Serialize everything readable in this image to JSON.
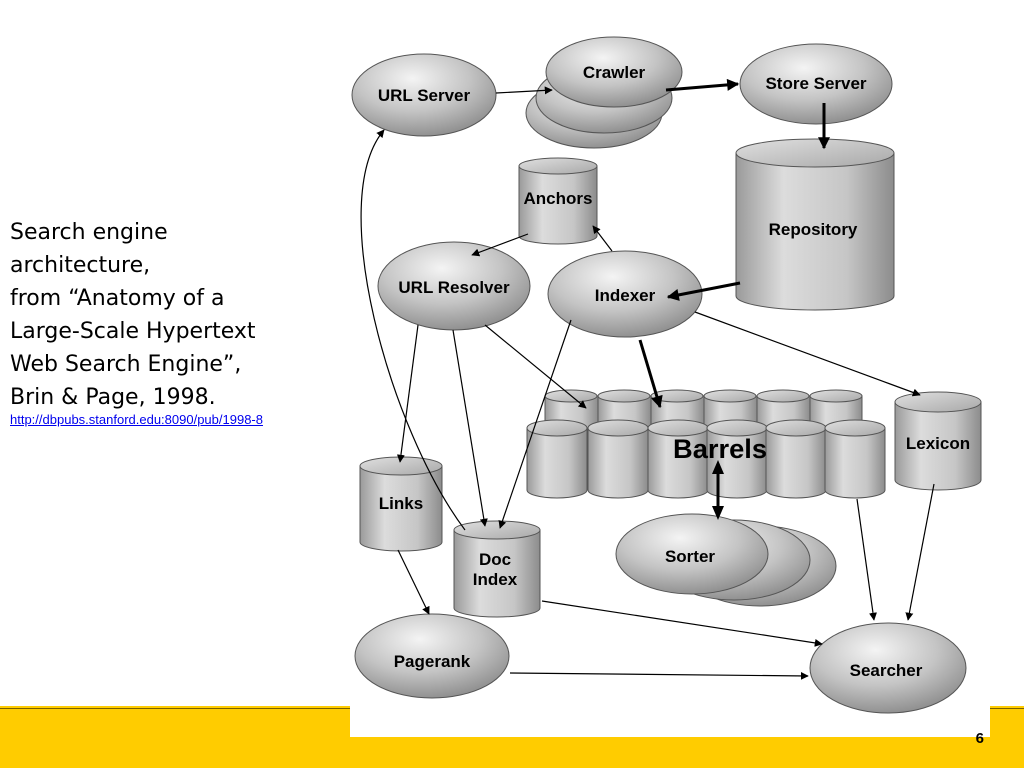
{
  "caption": {
    "lines": [
      "Search engine",
      "architecture,",
      "from “Anatomy of a",
      "Large-Scale Hypertext",
      "Web Search Engine”,",
      "Brin & Page, 1998."
    ],
    "link": "http://dbpubs.stanford.edu:8090/pub/1998-8"
  },
  "diagram": {
    "url_server": "URL Server",
    "crawler": "Crawler",
    "store_server": "Store Server",
    "anchors": "Anchors",
    "repository": "Repository",
    "url_resolver": "URL Resolver",
    "indexer": "Indexer",
    "barrels": "Barrels",
    "lexicon": "Lexicon",
    "links": "Links",
    "doc_index_line1": "Doc",
    "doc_index_line2": "Index",
    "sorter": "Sorter",
    "pagerank": "Pagerank",
    "searcher": "Searcher"
  },
  "page_number": "6",
  "colors": {
    "footer": "#ffcc00",
    "node_fill": "#bdbdbd",
    "link": "#0000ee"
  }
}
